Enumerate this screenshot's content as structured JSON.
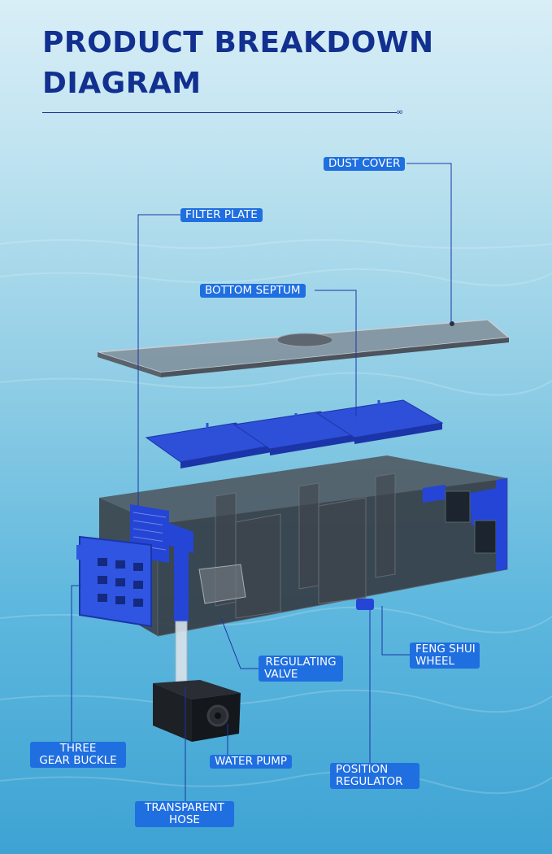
{
  "header": {
    "title_line1": "PRODUCT BREAKDOWN",
    "title_line2": "DIAGRAM"
  },
  "labels": {
    "dust_cover": "DUST COVER",
    "filter_plate": "FILTER PLATE",
    "bottom_septum": "BOTTOM SEPTUM",
    "regulating_valve_1": "REGULATING",
    "regulating_valve_2": "VALVE",
    "feng_shui_wheel_1": "FENG SHUI",
    "feng_shui_wheel_2": "WHEEL",
    "three_gear_buckle_1": "THREE",
    "three_gear_buckle_2": "GEAR BUCKLE",
    "water_pump": "WATER PUMP",
    "position_regulator_1": "POSITION",
    "position_regulator_2": "REGULATOR",
    "transparent_hose_1": "TRANSPARENT",
    "transparent_hose_2": "HOSE"
  },
  "colors": {
    "title": "#12308f",
    "label_bg": "#1f6fe0",
    "part_blue": "#2545d6",
    "tank_gray": "#3c4047"
  },
  "icons": {
    "title_mark": "∞"
  }
}
